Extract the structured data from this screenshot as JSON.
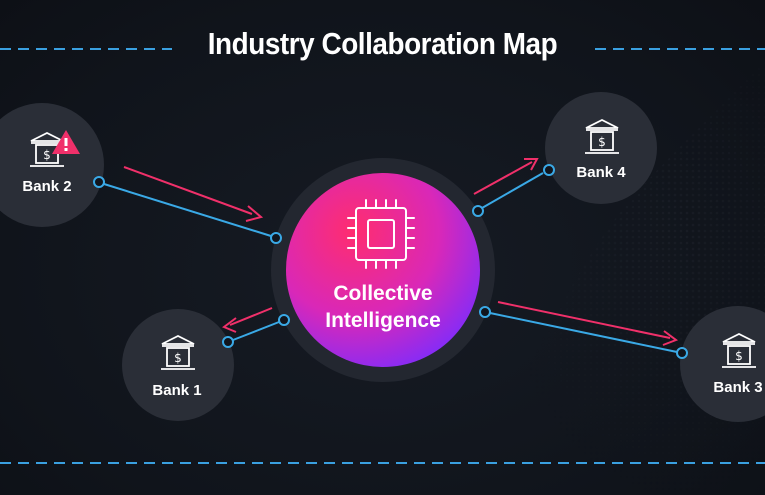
{
  "title": "Industry Collaboration Map",
  "hub": {
    "line1": "Collective",
    "line2": "Intelligence",
    "icon": "cpu-chip-icon"
  },
  "banks": [
    {
      "id": "bank-2",
      "label": "Bank 2",
      "icon": "bank-icon",
      "alert_icon": "warning-triangle-icon"
    },
    {
      "id": "bank-4",
      "label": "Bank 4",
      "icon": "bank-icon"
    },
    {
      "id": "bank-1",
      "label": "Bank 1",
      "icon": "bank-icon"
    },
    {
      "id": "bank-3",
      "label": "Bank 3",
      "icon": "bank-icon"
    }
  ],
  "colors": {
    "background": "#11151d",
    "node_fill": "#2a2e37",
    "hub_gradient_start": "#ff2d6f",
    "hub_gradient_end": "#8a2bff",
    "dash_line": "#3aa0e0",
    "connector_blue": "#3aa9e6",
    "arrow_pink": "#f0306a",
    "text": "#ffffff"
  }
}
